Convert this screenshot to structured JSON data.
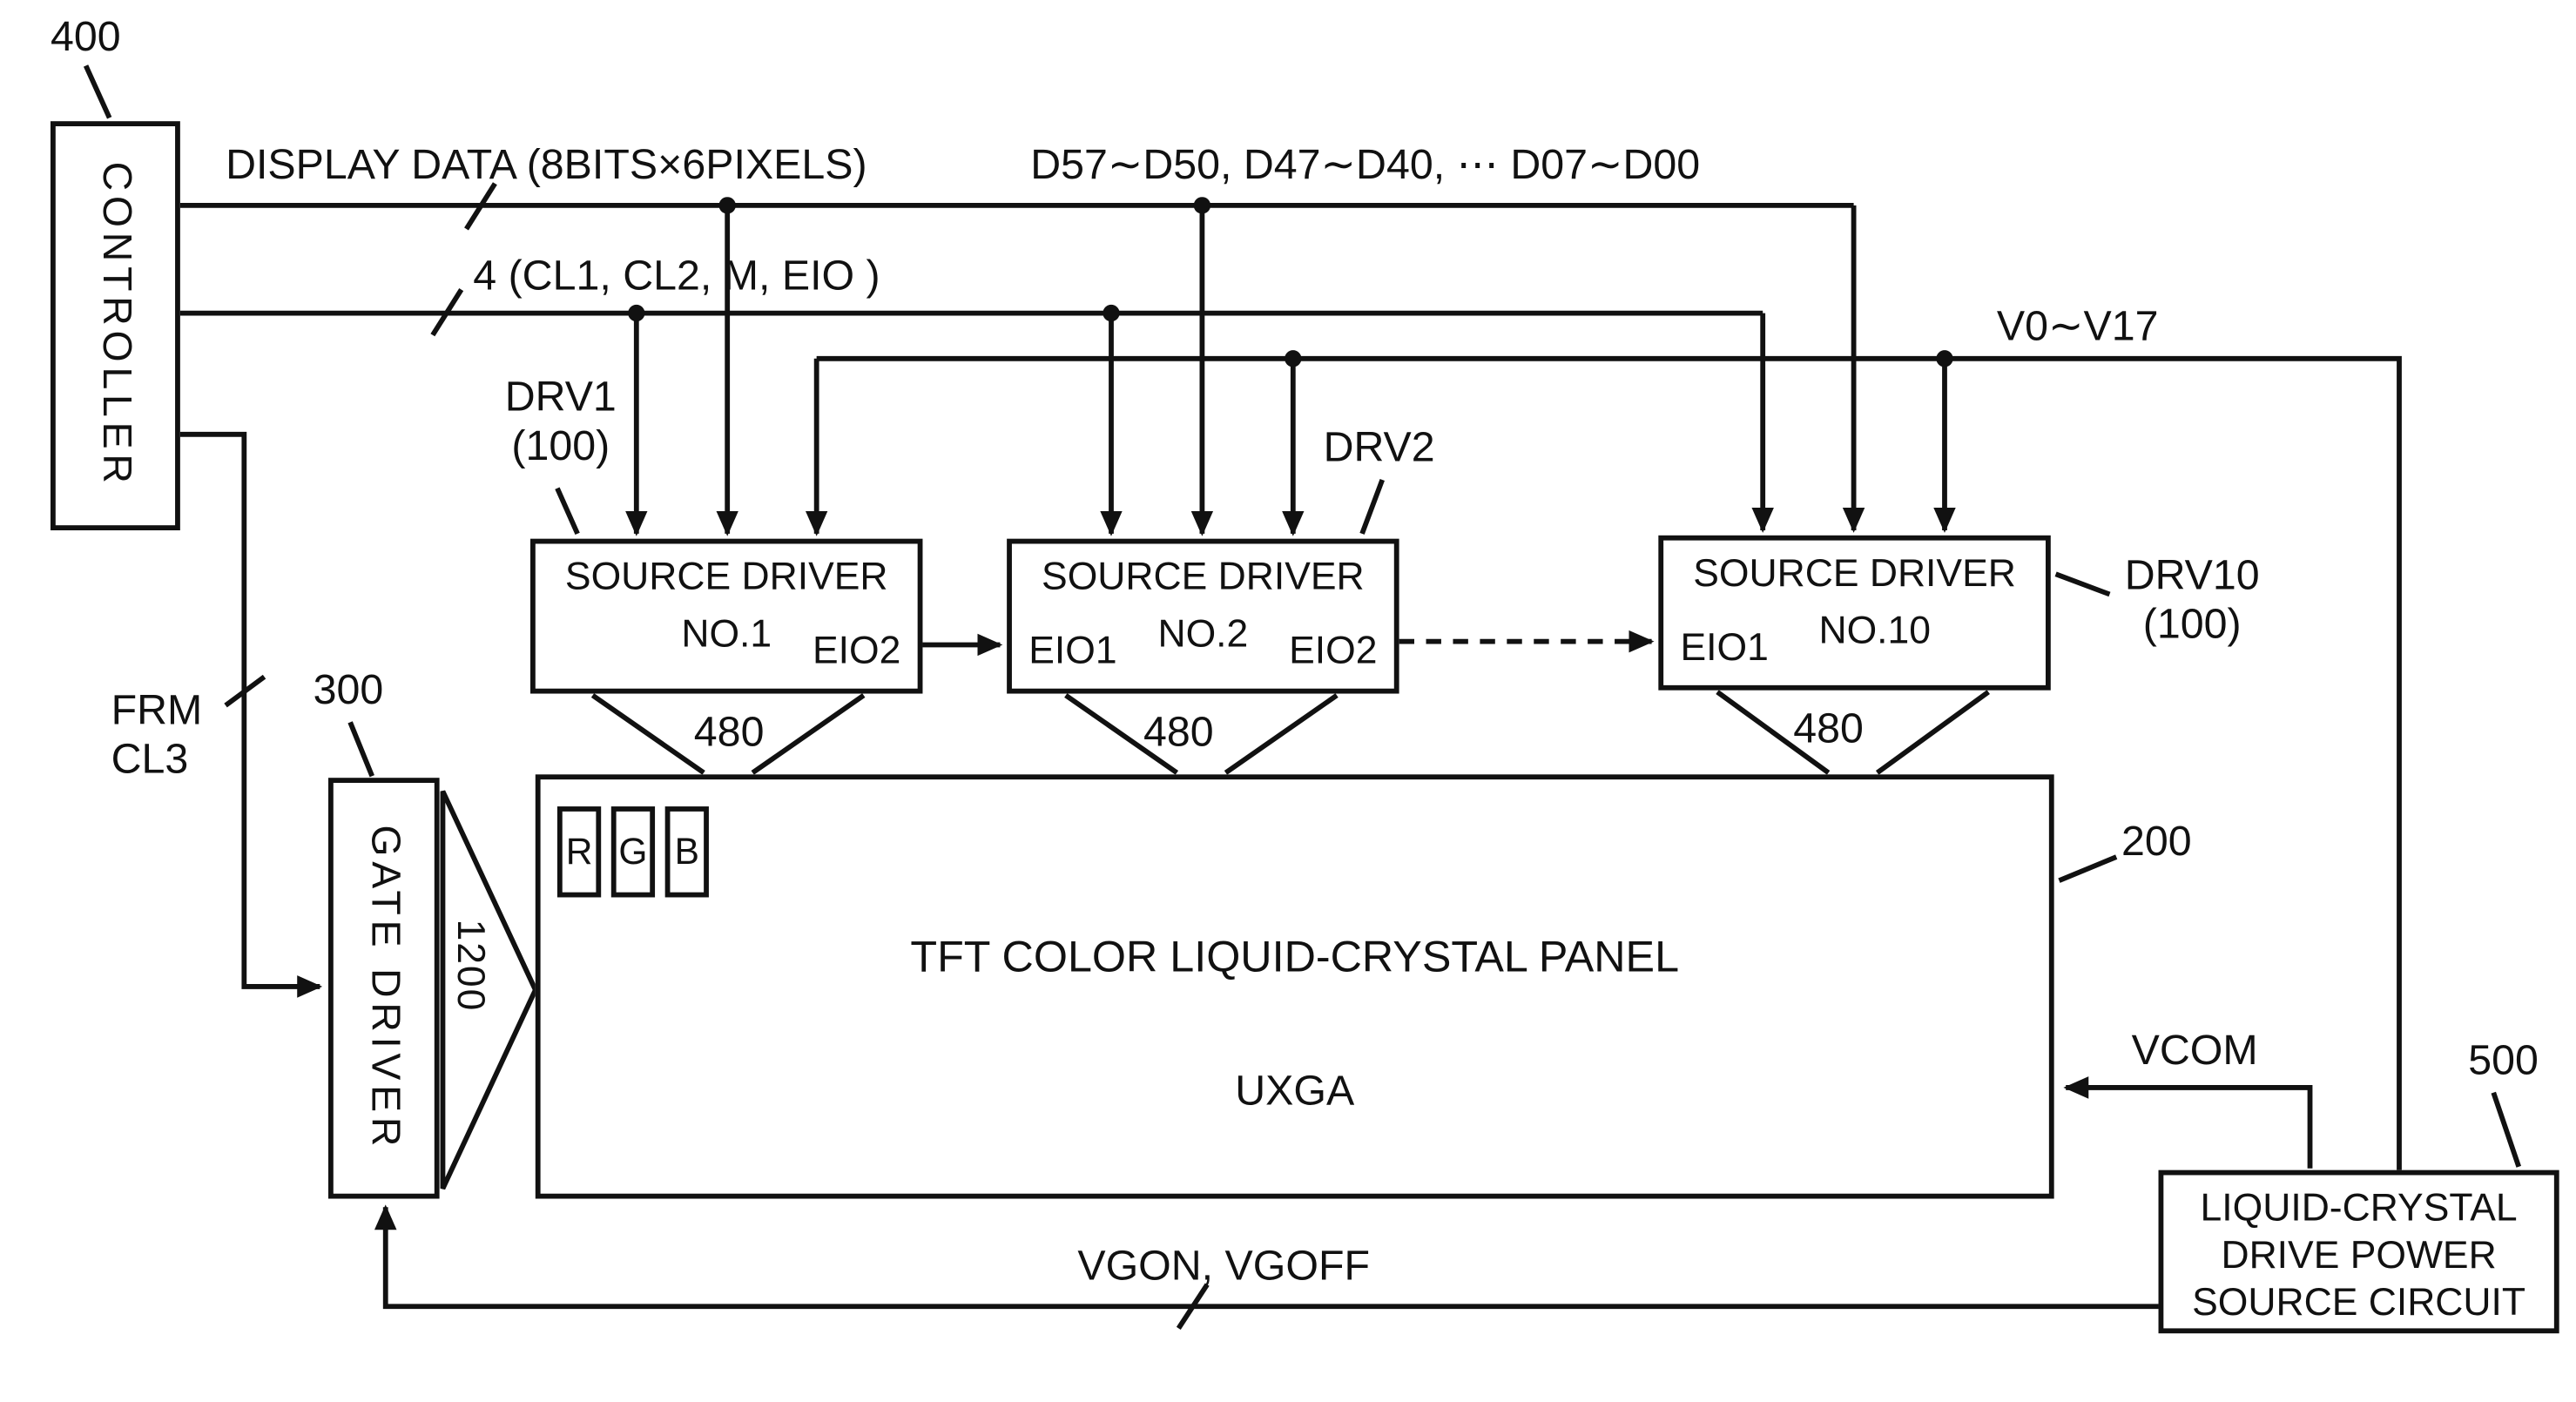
{
  "colors": {
    "ink": "#111111",
    "background": "#ffffff"
  },
  "controller": {
    "ref": "400",
    "label": "CONTROLLER"
  },
  "gate_driver": {
    "ref": "300",
    "label": "GATE DRIVER",
    "bus_width": "1200"
  },
  "panel": {
    "ref": "200",
    "title": "TFT COLOR LIQUID-CRYSTAL PANEL",
    "subtitle": "UXGA",
    "subpixels": [
      "R",
      "G",
      "B"
    ]
  },
  "power_circuit": {
    "ref": "500",
    "name_lines": [
      "LIQUID-CRYSTAL",
      "DRIVE POWER",
      "SOURCE CIRCUIT"
    ]
  },
  "source_drivers": [
    {
      "title": "SOURCE DRIVER",
      "number": "NO.1",
      "eio_out": "EIO2",
      "bus_width": "480",
      "ref": [
        "DRV1",
        "(100)"
      ]
    },
    {
      "title": "SOURCE DRIVER",
      "number": "NO.2",
      "eio_in": "EIO1",
      "eio_out": "EIO2",
      "bus_width": "480",
      "ref": [
        "DRV2"
      ]
    },
    {
      "title": "SOURCE DRIVER",
      "number": "NO.10",
      "eio_in": "EIO1",
      "bus_width": "480",
      "ref": [
        "DRV10",
        "(100)"
      ]
    }
  ],
  "signals": {
    "display_data": "DISPLAY DATA (8BITS×6PIXELS)",
    "data_bus": "D57∼D50, D47∼D40, ⋯ D07∼D00",
    "control_bus": "4 (CL1, CL2, M, EIO )",
    "gray_voltages": "V0∼V17",
    "frame": "FRM",
    "gate_clock": "CL3",
    "vcom": "VCOM",
    "gate_power": "VGON, VGOFF"
  }
}
